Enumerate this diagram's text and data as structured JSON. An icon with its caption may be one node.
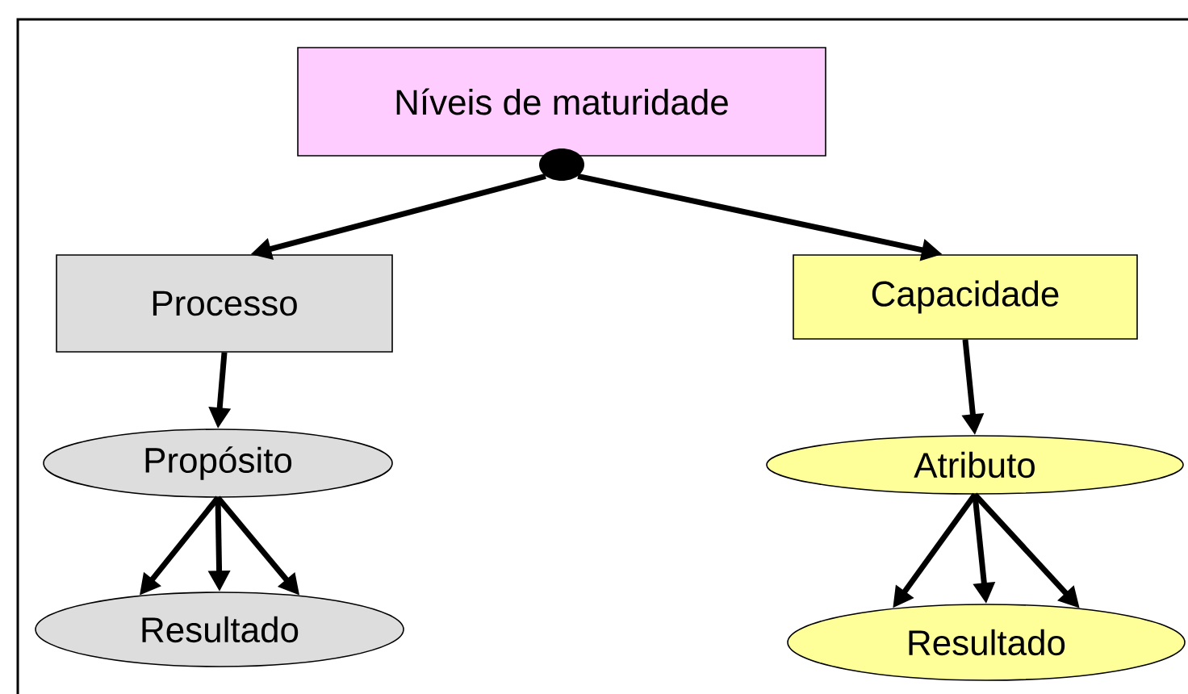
{
  "diagram": {
    "nodes": [
      {
        "text": [
          "Níveis de maturidade"
        ]
      },
      {
        "text": [
          "Processo"
        ]
      },
      {
        "text": [
          "Capacidade"
        ]
      },
      {
        "text": [
          "Propósito"
        ]
      },
      {
        "text": [
          "Resultado"
        ]
      },
      {
        "text": [
          "Atributo"
        ]
      },
      {
        "text": [
          "Resultado"
        ]
      },
      {
        "text": [],
        "shape": "circle"
      }
    ],
    "edges": [
      {
        "from": 7,
        "to": 1,
        "arrow": "to"
      },
      {
        "from": 7,
        "to": 2,
        "arrow": "to"
      },
      {
        "from": 1,
        "to": 3,
        "arrow": "to"
      },
      {
        "from": 3,
        "to": 4,
        "arrow": "to"
      },
      {
        "from": 3,
        "to": 4,
        "arrow": "to"
      },
      {
        "from": 3,
        "to": 4,
        "arrow": "to"
      },
      {
        "from": 2,
        "to": 5,
        "arrow": "to"
      },
      {
        "from": 5,
        "to": 6,
        "arrow": "to"
      },
      {
        "from": 5,
        "to": 6,
        "arrow": "to"
      },
      {
        "from": 5,
        "to": 6,
        "arrow": "to"
      }
    ]
  }
}
